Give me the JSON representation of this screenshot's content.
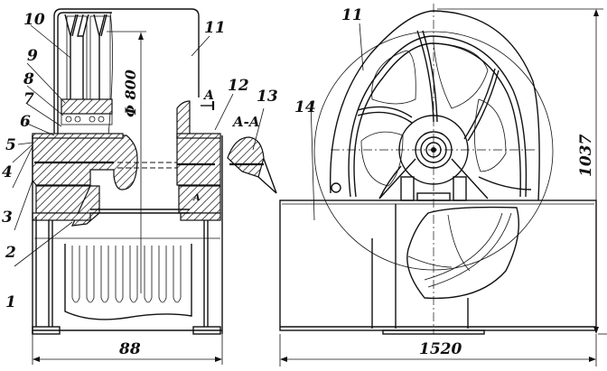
{
  "title": "Drum-type machine assembly drawing — section and side view",
  "part_labels": [
    {
      "id": "1",
      "text": "1"
    },
    {
      "id": "2",
      "text": "2"
    },
    {
      "id": "3",
      "text": "3"
    },
    {
      "id": "4",
      "text": "4"
    },
    {
      "id": "5",
      "text": "5"
    },
    {
      "id": "6",
      "text": "6"
    },
    {
      "id": "7",
      "text": "7"
    },
    {
      "id": "8",
      "text": "8"
    },
    {
      "id": "9",
      "text": "9"
    },
    {
      "id": "10",
      "text": "10"
    },
    {
      "id": "11a",
      "text": "11"
    },
    {
      "id": "11b",
      "text": "11"
    },
    {
      "id": "12",
      "text": "12"
    },
    {
      "id": "13",
      "text": "13"
    },
    {
      "id": "14",
      "text": "14"
    }
  ],
  "section": {
    "marker": "A",
    "marker_lower": "A",
    "title": "A-A"
  },
  "dimensions": {
    "diameter": "Φ 800",
    "width_front": "88",
    "length_side": "1520",
    "height_side": "1037"
  }
}
